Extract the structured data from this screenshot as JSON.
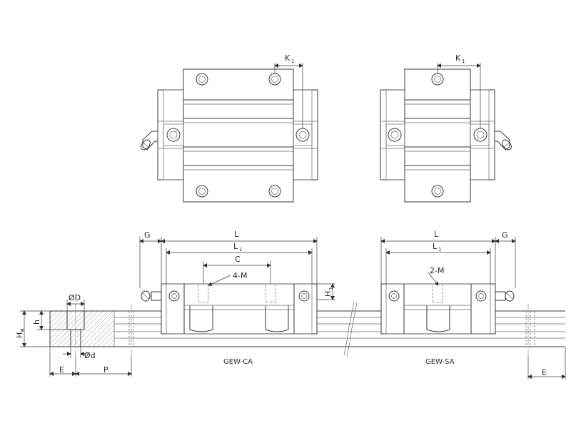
{
  "labels": {
    "k1": "K",
    "k1_sub": "1",
    "g": "G",
    "l": "L",
    "l1": "L",
    "l1_sub": "1",
    "c": "C",
    "four_m": "4-M",
    "two_m": "2-M",
    "h1": "H",
    "h1_sub": "1",
    "hr": "H",
    "hr_sub": "R",
    "h": "h",
    "od_upper": "ØD",
    "od_lower": "Ød",
    "e": "E",
    "p": "P"
  },
  "captions": {
    "ca": "GEW-CA",
    "sa": "GEW-SA"
  }
}
